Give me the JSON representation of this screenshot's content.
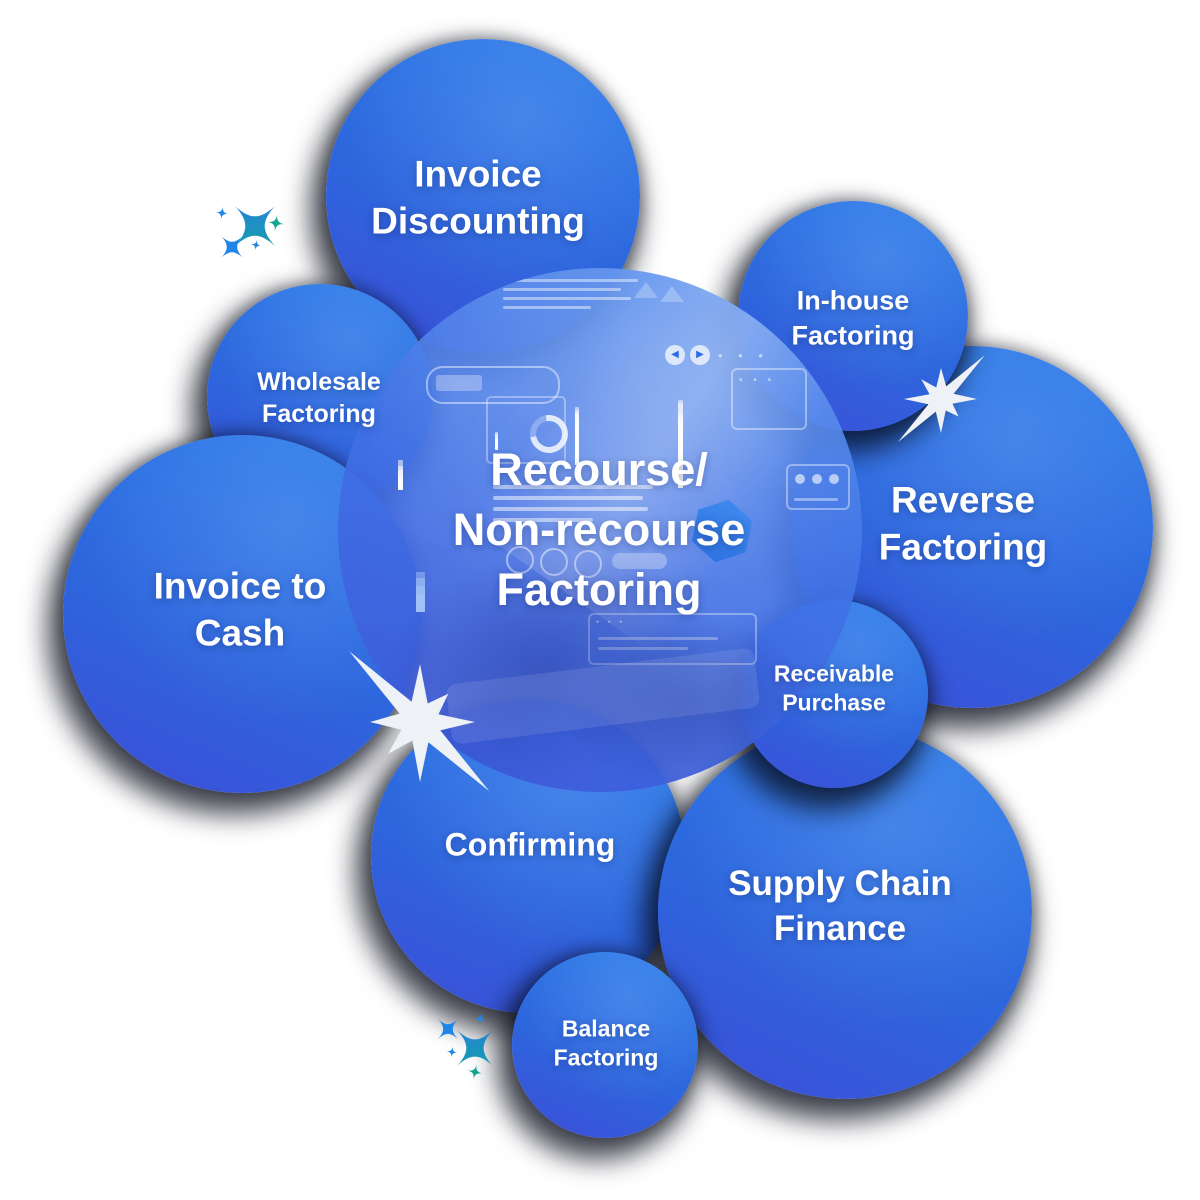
{
  "diagram": {
    "center": {
      "label": "Recourse/\nNon-recourse\nFactoring"
    },
    "nodes": [
      {
        "id": "invoice-discounting",
        "label": "Invoice\nDiscounting"
      },
      {
        "id": "wholesale-factoring",
        "label": "Wholesale\nFactoring"
      },
      {
        "id": "in-house-factoring",
        "label": "In-house\nFactoring"
      },
      {
        "id": "invoice-to-cash",
        "label": "Invoice to\nCash"
      },
      {
        "id": "reverse-factoring",
        "label": "Reverse\nFactoring"
      },
      {
        "id": "receivable-purchase",
        "label": "Receivable\nPurchase"
      },
      {
        "id": "confirming",
        "label": "Confirming"
      },
      {
        "id": "supply-chain-finance",
        "label": "Supply Chain\nFinance"
      },
      {
        "id": "balance-factoring",
        "label": "Balance\nFactoring"
      }
    ],
    "colors": {
      "bubble_light": "#2e7de8",
      "bubble_dark": "#3c4ed7",
      "center_light": "#528eee",
      "center_dark": "#3e56d8",
      "text": "#ffffff",
      "starburst": "#eef1f5",
      "sparkle_blue": "#2b7ae8",
      "sparkle_teal": "#0fa79a",
      "shadow": "#060a18"
    },
    "icons": {
      "back_arrow": "◀",
      "forward_arrow": "▶",
      "window_dots": "• • •"
    }
  }
}
